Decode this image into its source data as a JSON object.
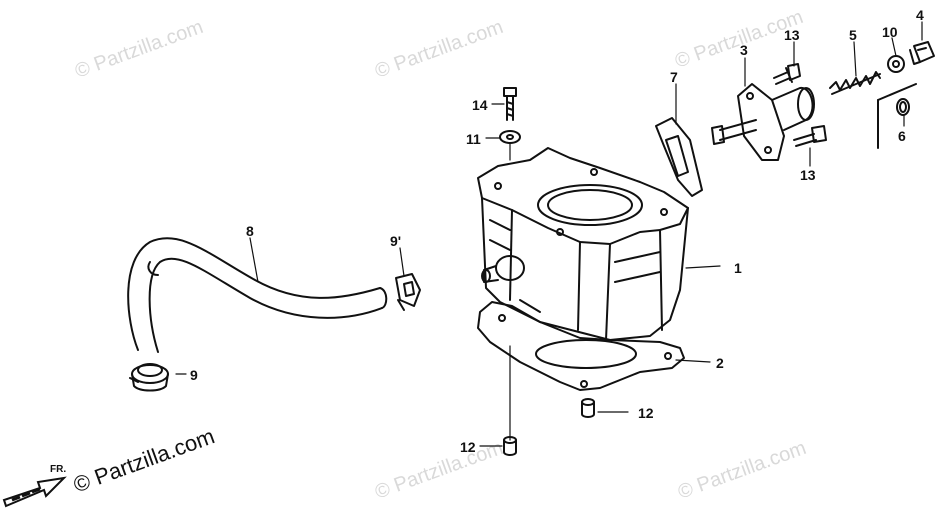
{
  "watermark": "© Partzilla.com",
  "brand": "© Partzilla.com",
  "front_marker": "FR.",
  "callouts": {
    "c1": "1",
    "c2": "2",
    "c3": "3",
    "c4": "4",
    "c5": "5",
    "c6": "6",
    "c7": "7",
    "c8a": "8",
    "c8b": "8",
    "c9": "9",
    "c9p": "9'",
    "c10": "10",
    "c11": "11",
    "c12a": "12",
    "c12b": "12",
    "c13a": "13",
    "c13b": "13",
    "c14": "14"
  }
}
